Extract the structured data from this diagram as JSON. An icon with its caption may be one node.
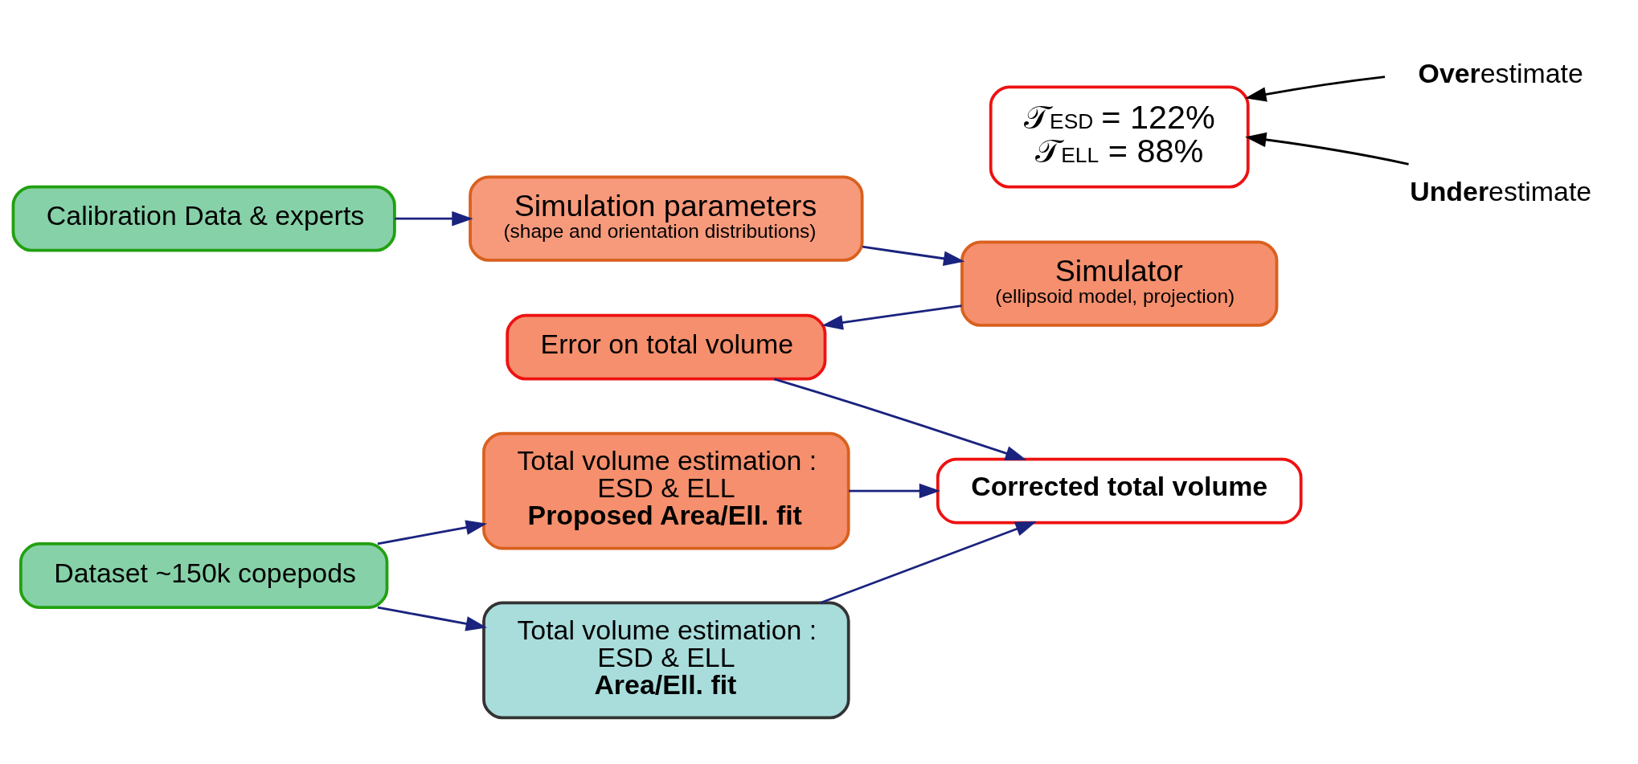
{
  "diagram": {
    "nodes": [
      {
        "text": [
          "Calibration Data & experts"
        ]
      },
      {
        "text": [
          "Simulation parameters",
          "(shape and orientation distributions)"
        ]
      },
      {
        "text": [
          "Simulator",
          "(ellipsoid model, projection)"
        ]
      },
      {
        "text": [
          "Error on total volume"
        ]
      },
      {
        "text": [
          "𝒯$_{ESD}$ = 122%",
          "𝒯$_{ELL}$ = 88%"
        ]
      },
      {
        "text": [
          "**Over**estimate"
        ]
      },
      {
        "text": [
          "**Under**estimate"
        ]
      },
      {
        "text": [
          "Dataset ~150k copepods"
        ]
      },
      {
        "text": [
          "Total volume estimation :",
          "ESD & ELL",
          "**Proposed Area/Ell. fit**"
        ]
      },
      {
        "text": [
          "Total volume estimation :",
          "ESD & ELL",
          "**Area/Ell. fit**"
        ]
      },
      {
        "text": [
          "**Corrected total volume**"
        ]
      }
    ],
    "edges": [
      {
        "from": 0,
        "to": 1,
        "arrow": "to"
      },
      {
        "from": 1,
        "to": 2,
        "arrow": "to"
      },
      {
        "from": 2,
        "to": 3,
        "arrow": "to"
      },
      {
        "from": 3,
        "to": 10,
        "arrow": "to"
      },
      {
        "from": 5,
        "to": 4,
        "arrow": "to",
        "color": "#000000"
      },
      {
        "from": 6,
        "to": 4,
        "arrow": "to",
        "color": "#000000"
      },
      {
        "from": 7,
        "to": 8,
        "arrow": "to"
      },
      {
        "from": 7,
        "to": 9,
        "arrow": "to"
      },
      {
        "from": 8,
        "to": 10,
        "arrow": "to"
      },
      {
        "from": 9,
        "to": 10,
        "arrow": "to"
      }
    ]
  }
}
